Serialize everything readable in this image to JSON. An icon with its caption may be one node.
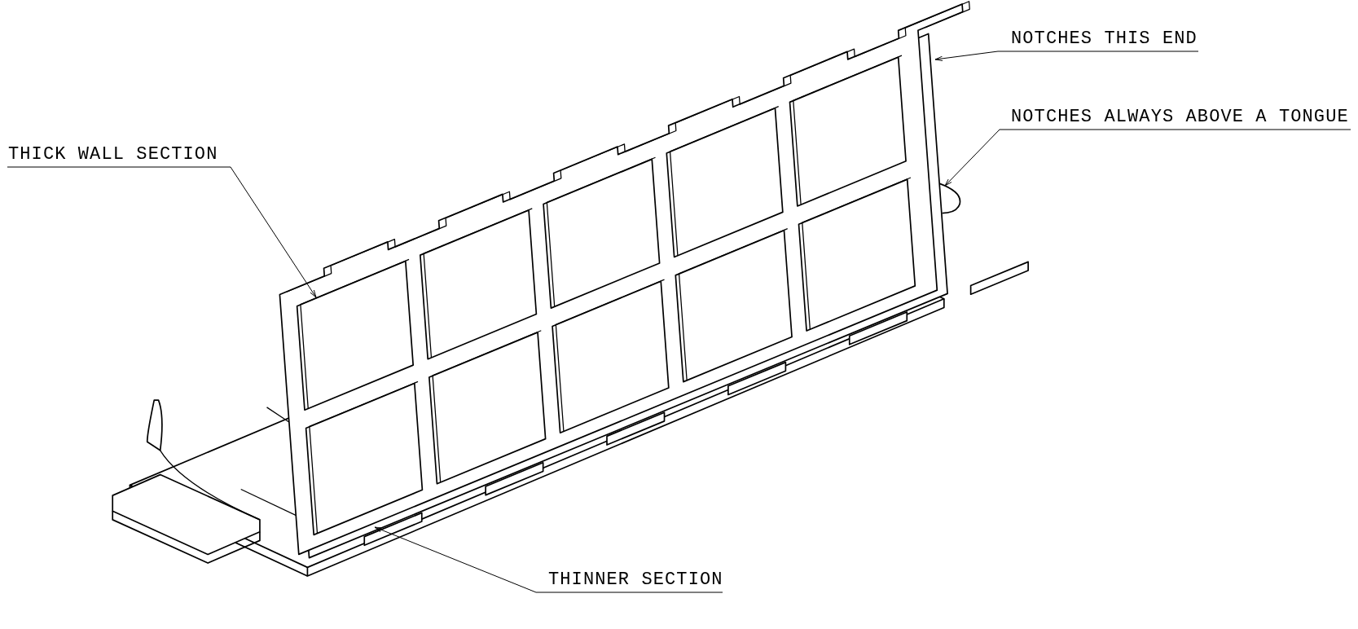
{
  "diagram": {
    "nodes": [
      {
        "text": [
          "THICK WALL SECTION"
        ]
      },
      {
        "text": [
          "NOTCHES THIS END"
        ]
      },
      {
        "text": [
          "NOTCHES ALWAYS ABOVE A TONGUE"
        ]
      },
      {
        "text": [
          "THINNER SECTION"
        ]
      }
    ],
    "edges": [
      {
        "from": 0,
        "to": null,
        "arrow": "to"
      },
      {
        "from": 1,
        "to": null,
        "arrow": "to"
      },
      {
        "from": 2,
        "to": null,
        "arrow": "to"
      },
      {
        "from": 3,
        "to": null,
        "arrow": "to"
      }
    ]
  }
}
